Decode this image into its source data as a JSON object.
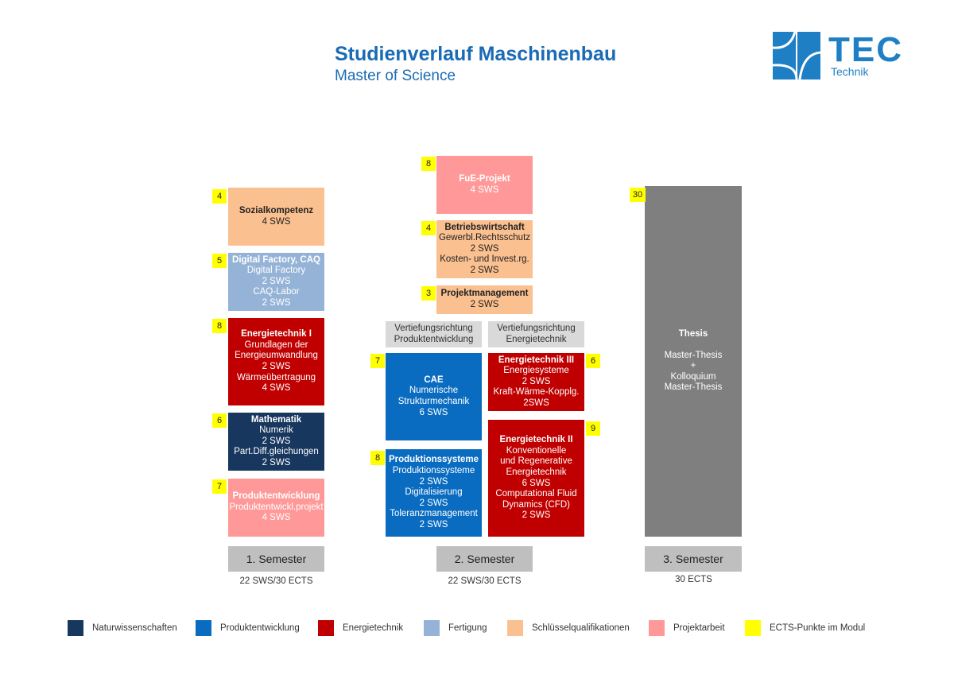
{
  "header": {
    "title": "Studienverlauf Maschinenbau",
    "subtitle": "Master of Science",
    "logo_text": "TEC",
    "logo_sub": "Technik"
  },
  "colors": {
    "naturwissenschaften": "#17375e",
    "produktentwicklung": "#0a6cc1",
    "energietechnik": "#c00000",
    "fertigung": "#95b3d7",
    "schluessel": "#fac090",
    "projektarbeit": "#ff9999",
    "ects": "#ffff00",
    "thesis": "#7f7f7f"
  },
  "semester1": {
    "modules": [
      {
        "ects": "4",
        "title": "Sozialkompetenz",
        "lines": [
          "4 SWS"
        ]
      },
      {
        "ects": "5",
        "title": "Digital Factory, CAQ",
        "lines": [
          "Digital Factory",
          "2 SWS",
          "CAQ-Labor",
          "2 SWS"
        ]
      },
      {
        "ects": "8",
        "title": "Energietechnik I",
        "lines": [
          "Grundlagen der",
          "Energieumwandlung",
          "2 SWS",
          "Wärmeübertragung",
          "4 SWS"
        ]
      },
      {
        "ects": "6",
        "title": "Mathematik",
        "lines": [
          "Numerik",
          "2 SWS",
          "Part.Diff.gleichungen",
          "2 SWS"
        ]
      },
      {
        "ects": "7",
        "title": "Produktentwicklung",
        "lines": [
          "Produktentwickl.projekt",
          "4 SWS"
        ]
      }
    ],
    "label": "1. Semester",
    "sub": "22 SWS/30 ECTS"
  },
  "semester2": {
    "modules": [
      {
        "ects": "8",
        "title": "FuE-Projekt",
        "lines": [
          "4 SWS"
        ]
      },
      {
        "ects": "4",
        "title": "Betriebswirtschaft",
        "lines": [
          "Gewerbl.Rechtsschutz",
          "2 SWS",
          "Kosten- und Invest.rg.",
          "2 SWS"
        ]
      },
      {
        "ects": "3",
        "title": "Projektmanagement",
        "lines": [
          "2 SWS"
        ]
      },
      {
        "ects": "7",
        "title": "CAE",
        "lines": [
          "Numerische",
          "Strukturmechanik",
          "6 SWS"
        ]
      },
      {
        "ects": "8",
        "title": "Produktionssysteme",
        "lines": [
          "Produktionssysteme",
          "2 SWS",
          "Digitalisierung",
          "2 SWS",
          "Toleranzmanagement",
          "2 SWS"
        ]
      },
      {
        "ects": "6",
        "title": "Energietechnik III",
        "lines": [
          "Energiesysteme",
          "2 SWS",
          "Kraft-Wärme-Kopplg.",
          "2SWS"
        ]
      },
      {
        "ects": "9",
        "title": "Energietechnik II",
        "lines": [
          "Konventionelle",
          "und Regenerative",
          "Energietechnik",
          "6 SWS",
          "Computational Fluid",
          "Dynamics (CFD)",
          "2 SWS"
        ]
      }
    ],
    "track_left": [
      "Vertiefungsrichtung",
      "Produktentwicklung"
    ],
    "track_right": [
      "Vertiefungsrichtung",
      "Energietechnik"
    ],
    "label": "2. Semester",
    "sub": "22 SWS/30 ECTS"
  },
  "semester3": {
    "ects": "30",
    "title": "Thesis",
    "lines": [
      "Master-Thesis",
      "+",
      "Kolloquium",
      "Master-Thesis"
    ],
    "label": "3. Semester",
    "sub": "30 ECTS"
  },
  "legend": [
    {
      "label": "Naturwissenschaften",
      "color": "#17375e"
    },
    {
      "label": "Produktentwicklung",
      "color": "#0a6cc1"
    },
    {
      "label": "Energietechnik",
      "color": "#c00000"
    },
    {
      "label": "Fertigung",
      "color": "#95b3d7"
    },
    {
      "label": "Schlüsselqualifikationen",
      "color": "#fac090"
    },
    {
      "label": "Projektarbeit",
      "color": "#ff9999"
    },
    {
      "label": "ECTS-Punkte im Modul",
      "color": "#ffff00"
    }
  ]
}
